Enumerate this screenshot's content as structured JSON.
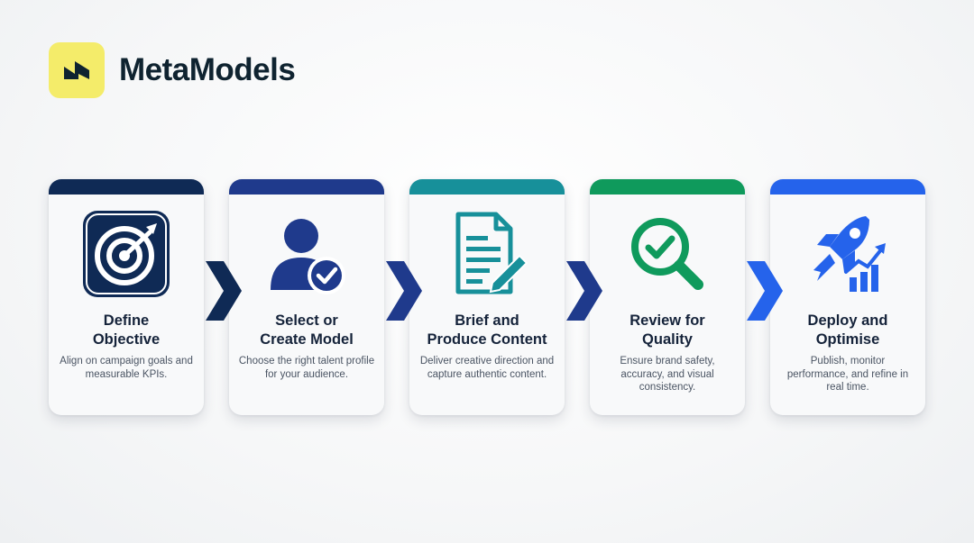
{
  "brand": {
    "name": "MetaModels",
    "logo_icon": "zigzag-logo-icon",
    "logo_bg": "#f4ec6a"
  },
  "steps": [
    {
      "title": "Define\nObjective",
      "description": "Align on campaign goals and measurable KPIs.",
      "icon": "target-icon",
      "accent": "#0f2a55"
    },
    {
      "title": "Select or\nCreate Model",
      "description": "Choose the right talent profile for your audience.",
      "icon": "user-check-icon",
      "accent": "#1f3a8c"
    },
    {
      "title": "Brief and\nProduce Content",
      "description": "Deliver creative direction and capture authentic content.",
      "icon": "document-pen-icon",
      "accent": "#17909a"
    },
    {
      "title": "Review for\nQuality",
      "description": "Ensure brand safety, accuracy, and visual consistency.",
      "icon": "magnifier-check-icon",
      "accent": "#0f9a5c"
    },
    {
      "title": "Deploy and\nOptimise",
      "description": "Publish, monitor performance, and refine in real time.",
      "icon": "rocket-chart-icon",
      "accent": "#2563eb"
    }
  ],
  "connector_colors": [
    "#0f2a55",
    "#1f3a8c",
    "#1f3a8c",
    "#2563eb"
  ]
}
